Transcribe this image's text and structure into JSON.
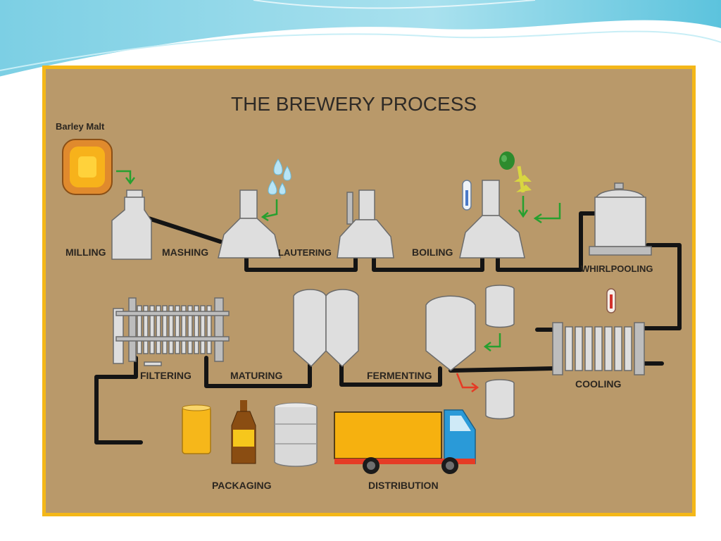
{
  "title": "THE BREWERY PROCESS",
  "ingredients": {
    "barley_malt": "Barley Malt"
  },
  "steps": {
    "milling": "MILLING",
    "mashing": "MASHING",
    "lautering": "LAUTERING",
    "boiling": "BOILING",
    "whirlpooling": "WHIRLPOOLING",
    "cooling": "COOLING",
    "fermenting": "FERMENTING",
    "maturing": "MATURING",
    "filtering": "FILTERING",
    "packaging": "PACKAGING",
    "distribution": "DISTRIBUTION"
  },
  "colors": {
    "panel": "#b9996a",
    "panel_border": "#f4b718",
    "pipe": "#141414",
    "arrow_in": "#27a02f",
    "arrow_out": "#e53b25",
    "truck_cargo": "#f6b10f",
    "truck_cab": "#2a9ad8",
    "slide_wave": "#8fd6e8"
  },
  "icons": [
    "malt-sack-icon",
    "water-drops-icon",
    "hops-icon",
    "thermometer-icon",
    "yeast-bucket-icon",
    "can-icon",
    "bottle-icon",
    "keg-icon",
    "truck-icon"
  ]
}
